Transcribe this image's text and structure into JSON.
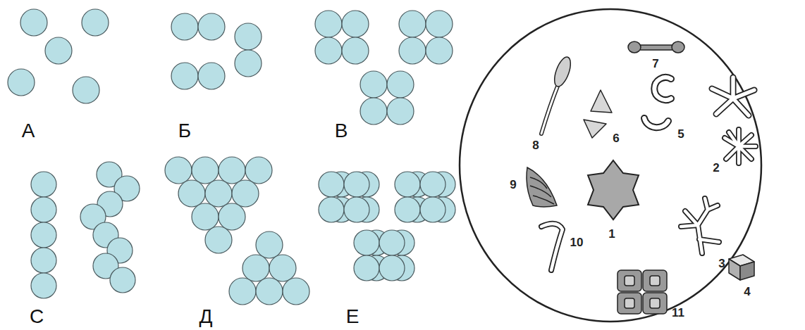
{
  "diagram": {
    "labels": [
      "А",
      "Б",
      "В",
      "С",
      "Д",
      "Е",
      "1",
      "2",
      "3",
      "4",
      "5",
      "6",
      "7",
      "8",
      "9",
      "10",
      "11"
    ]
  }
}
